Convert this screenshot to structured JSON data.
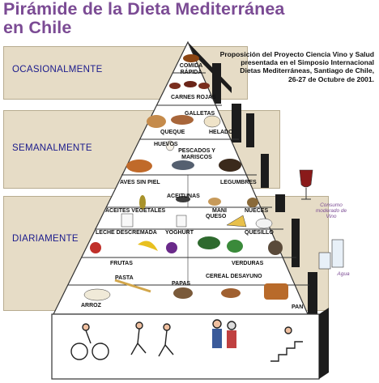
{
  "title": {
    "line1": "Pirámide de la Dieta Mediterránea",
    "line2": "en Chile"
  },
  "bands": {
    "occasional": "OCASIONALMENTE",
    "weekly": "SEMANALMENTE",
    "daily": "DIARIAMENTE"
  },
  "proposal": {
    "line1": "Proposición del Proyecto Ciencia Vino y Salud",
    "line2": "presentada en el Simposio Internacional",
    "line3": "Dietas Mediterráneas, Santiago de Chile,",
    "line4": "26-27 de Octubre de 2001."
  },
  "foods": {
    "comida_rapida": "COMIDA RÁPIDA",
    "carnes_rojas": "CARNES ROJAS",
    "galletas": "GALLETAS",
    "queque": "QUEQUE",
    "helado": "HELADO",
    "huevos": "HUEVOS",
    "pescados": "PESCADOS Y MARISCOS",
    "aves": "AVES SIN PIEL",
    "legumbres": "LEGUMBRES",
    "aceitunas": "ACEITUNAS",
    "aceites": "ACEITES VEGETALES",
    "mani": "MANÍ",
    "nueces": "NUECES",
    "queso": "QUESO",
    "leche": "LECHE DESCREMADA",
    "yoghurt": "YOGHURT",
    "quesillo": "QUESILLO",
    "frutas": "FRUTAS",
    "verduras": "VERDURAS",
    "pasta": "PASTA",
    "papas": "PAPAS",
    "cereal": "CEREAL DESAYUNO",
    "arroz": "ARROZ",
    "pan": "PAN"
  },
  "side": {
    "wine": "Consumo moderado de Vino",
    "water": "Agua"
  },
  "colors": {
    "title": "#7b4b94",
    "band": "#e6dcc6",
    "band_text": "#1a1a8c",
    "pyramid_face": "#ffffff",
    "pyramid_side": "#1c1c1c"
  }
}
